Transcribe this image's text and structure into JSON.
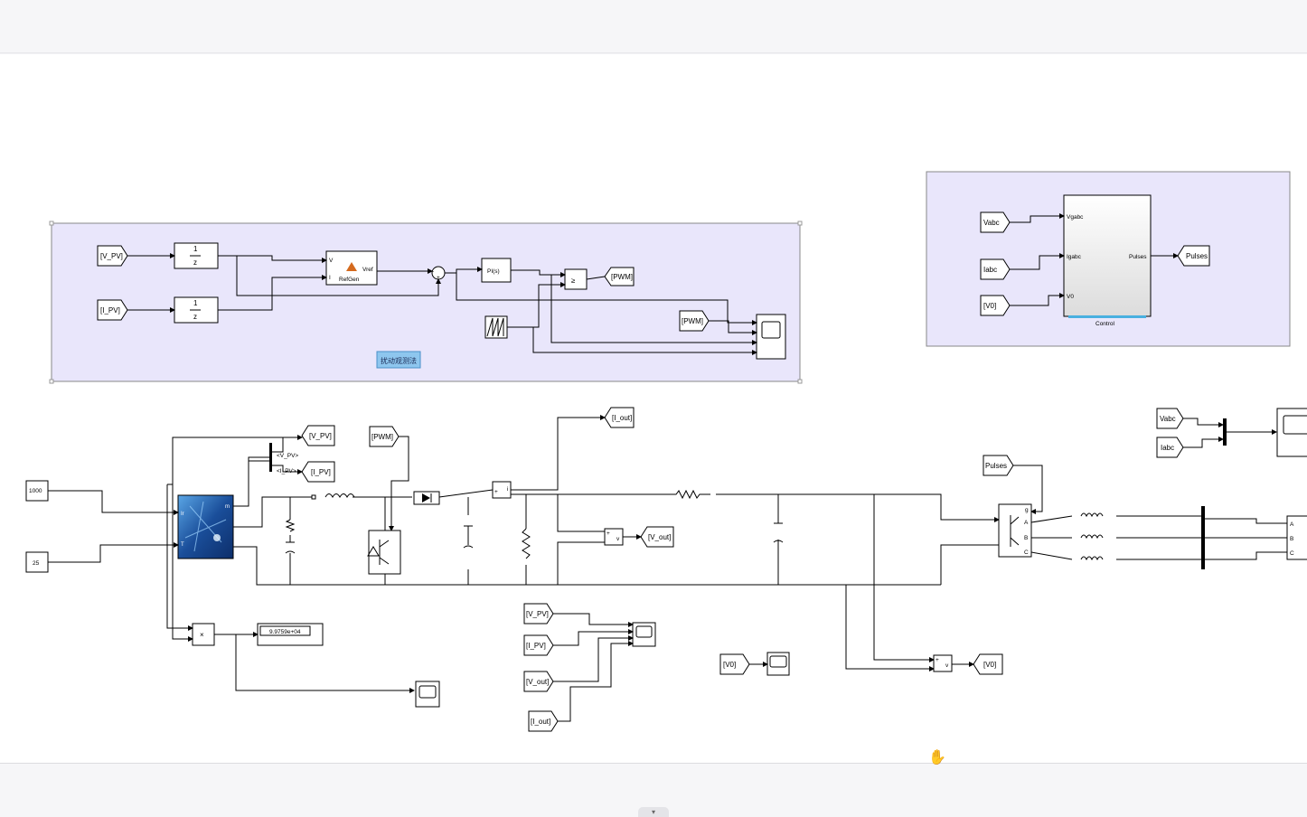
{
  "subsystem_mppt": {
    "area_label": "扰动观测法",
    "goto_vpv": "[V_PV]",
    "goto_ipv": "[I_PV]",
    "delay_num": "1",
    "delay_den": "z",
    "refgen_in_v": "V",
    "refgen_in_i": "I",
    "refgen_out": "Vref",
    "refgen_name": "RefGen",
    "pi_label": "PI(s)",
    "compare_label": "≥",
    "goto_pwm": "[PWM]",
    "from_pwm": "[PWM]",
    "sum_minus": "-",
    "sum_plus": "+"
  },
  "subsystem_control": {
    "in_vabc": "Vabc",
    "in_iabc": "Iabc",
    "in_v0": "[V0]",
    "port_vgabc": "Vgabc",
    "port_igabc": "Igabc",
    "port_v0": "V0",
    "port_pulses": "Pulses",
    "out_pulses": "Pulses",
    "block_name": "Control"
  },
  "power_stage": {
    "const_irradiance": "1000",
    "const_temperature": "25",
    "pv_port_ir": "Ir",
    "pv_port_t": "T",
    "pv_port_m": "m",
    "bus_vpv": "<V_PV>",
    "bus_ipv": "<I_PV>",
    "goto_vpv": "[V_PV]",
    "goto_ipv": "[I_PV]",
    "from_pwm": "[PWM]",
    "goto_iout": "[I_out]",
    "goto_vout": "[V_out]",
    "product_label": "×",
    "display_value": "9.9759e+04",
    "scope_from_vpv": "[V_PV]",
    "scope_from_ipv": "[I_PV]",
    "scope_from_vout": "[V_out]",
    "scope_from_iout": "[I_out]",
    "from_v0": "[V0]",
    "goto_v0": "[V0]",
    "from_pulses": "Pulses",
    "from_vabc": "Vabc",
    "from_iabc": "Iabc",
    "inverter_ports": [
      "g",
      "A",
      "B",
      "C"
    ],
    "grid_ports": [
      "A",
      "B",
      "C"
    ],
    "vm_label": "v"
  }
}
